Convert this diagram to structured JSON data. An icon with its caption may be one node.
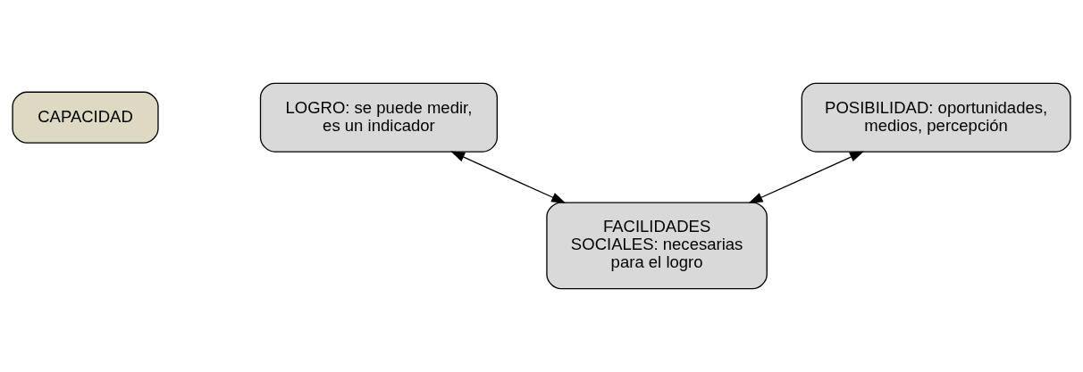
{
  "diagram": {
    "nodes": [
      {
        "text": [
          "CAPACIDAD"
        ]
      },
      {
        "text": [
          "LOGRO: se puede medir, es un indicador"
        ]
      },
      {
        "text": [
          "POSIBILIDAD: oportunidades, medios, percepción"
        ]
      },
      {
        "text": [
          "FACILIDADES SOCIALES: necesarias para el logro"
        ]
      }
    ],
    "edges": [
      {
        "from": 1,
        "to": 3,
        "arrow": "both"
      },
      {
        "from": 2,
        "to": 3,
        "arrow": "both"
      }
    ]
  }
}
